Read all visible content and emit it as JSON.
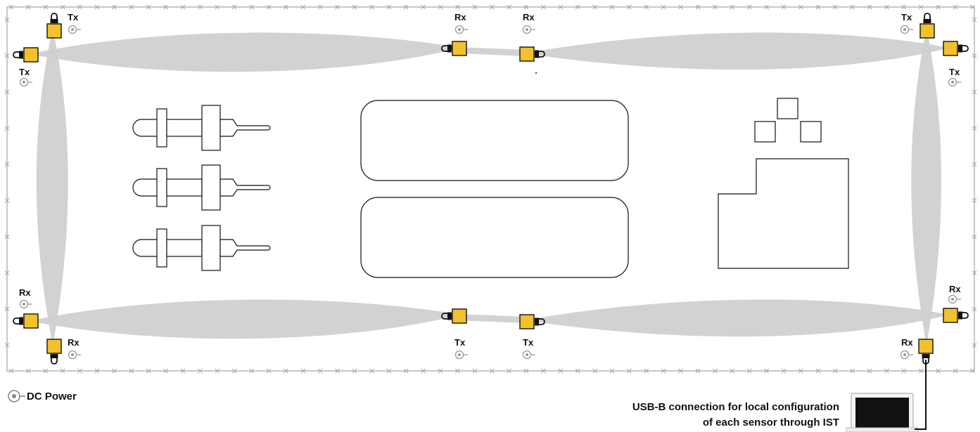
{
  "labels": {
    "tx": "Tx",
    "rx": "Rx",
    "dc_power": "DC Power",
    "usb_line1": "USB-B connection for local configuration",
    "usb_line2": "of each sensor through IST"
  },
  "colors": {
    "sensor": "#f2c12e",
    "beam": "#cfd0d2",
    "frame": "#aaaaaa",
    "accent": "#111111"
  },
  "icons": [
    "sensor-icon",
    "dc-power-icon",
    "laptop-icon"
  ]
}
